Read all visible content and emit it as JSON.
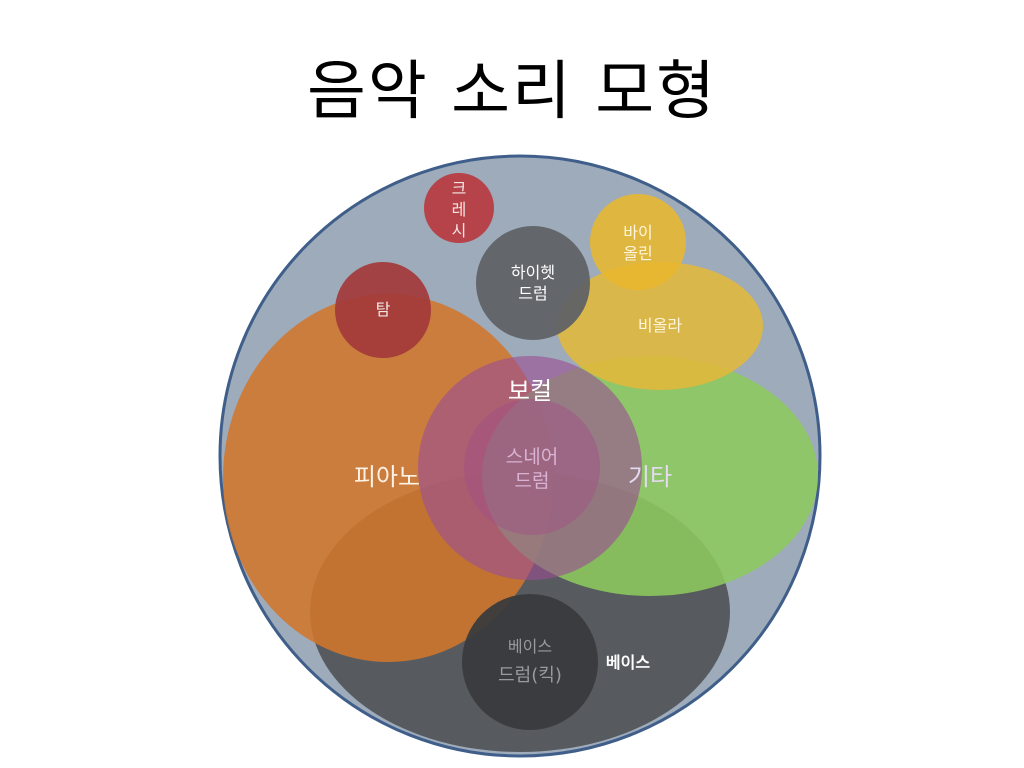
{
  "slide": {
    "title": "음악 소리 모형"
  },
  "instruments": {
    "crash": [
      "크",
      "레",
      "시"
    ],
    "violin": [
      "바이",
      "올린"
    ],
    "hihat": [
      "하이헷",
      "드럼"
    ],
    "tom": "탐",
    "viola": "비올라",
    "vocal": "보컬",
    "piano": "피아노",
    "snare": [
      "스네어",
      "드럼"
    ],
    "guitar": "기타",
    "kick": [
      "베이스",
      "드럼(킥)"
    ],
    "bass": "베이스"
  },
  "colors": {
    "outer_fill": "#9eabba",
    "outer_stroke": "#3f5e8a",
    "piano": "#d1762c",
    "guitar": "#8ec95e",
    "viola": "#e3b83a",
    "violin": "#e8b72e",
    "vocal": "#9a4f93",
    "snare": "#a24e86",
    "bass": "#4a4c4f",
    "kick": "#3a3b3d",
    "hihat": "#606266",
    "tom": "#a3383a",
    "crash": "#b8393f"
  }
}
